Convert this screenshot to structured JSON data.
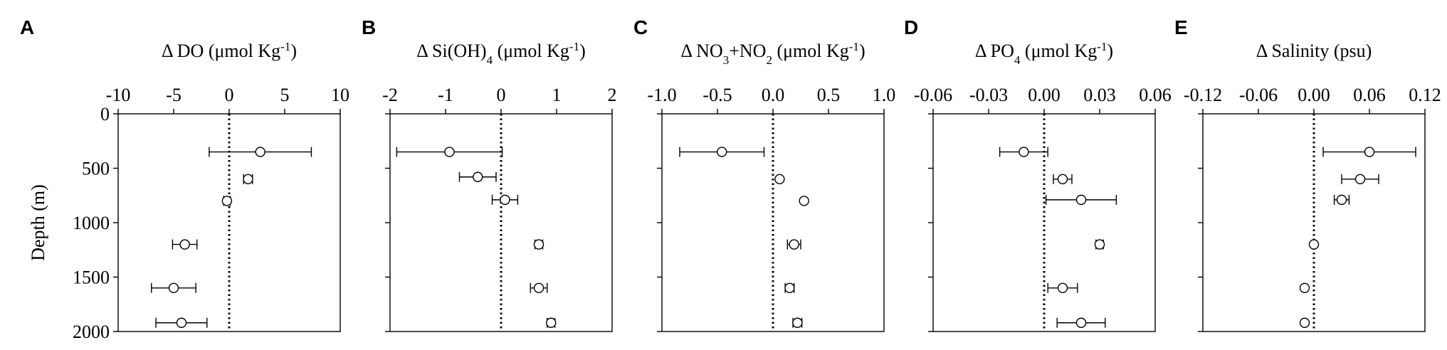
{
  "chart_data": [
    {
      "type": "scatter",
      "panel_label": "A",
      "title": "Δ DO (μmol Kg",
      "title_sup": "-1",
      "title_end": ")",
      "ylabel": "Depth (m)",
      "xlim": [
        -10,
        10
      ],
      "ylim": [
        0,
        2000
      ],
      "xticks": [
        -10,
        -5,
        0,
        5,
        10
      ],
      "xticklabels": [
        "-10",
        "-5",
        "0",
        "5",
        "10"
      ],
      "yticks": [
        0,
        500,
        1000,
        1500,
        2000
      ],
      "yticklabels": [
        "0",
        "500",
        "1000",
        "1500",
        "2000"
      ],
      "points": [
        {
          "depth": 350,
          "value": 2.8,
          "err": 4.6
        },
        {
          "depth": 600,
          "value": 1.7,
          "err": 0.4
        },
        {
          "depth": 800,
          "value": -0.2,
          "err": 0.3
        },
        {
          "depth": 1200,
          "value": -4.0,
          "err": 1.1
        },
        {
          "depth": 1600,
          "value": -5.0,
          "err": 2.0
        },
        {
          "depth": 1920,
          "value": -4.3,
          "err": 2.3
        }
      ]
    },
    {
      "type": "scatter",
      "panel_label": "B",
      "title": "Δ Si(OH)",
      "title_sub": "4",
      "title_end": " (μmol Kg",
      "title_sup": "-1",
      "title_end2": ")",
      "xlim": [
        -2,
        2
      ],
      "ylim": [
        0,
        2000
      ],
      "xticks": [
        -2,
        -1,
        0,
        1,
        2
      ],
      "xticklabels": [
        "-2",
        "-1",
        "0",
        "1",
        "2"
      ],
      "yticks": [
        0,
        500,
        1000,
        1500,
        2000
      ],
      "points": [
        {
          "depth": 350,
          "value": -0.93,
          "err": 0.95
        },
        {
          "depth": 580,
          "value": -0.42,
          "err": 0.33
        },
        {
          "depth": 790,
          "value": 0.07,
          "err": 0.23
        },
        {
          "depth": 1200,
          "value": 0.68,
          "err": 0.07
        },
        {
          "depth": 1600,
          "value": 0.68,
          "err": 0.15
        },
        {
          "depth": 1920,
          "value": 0.9,
          "err": 0.07
        }
      ]
    },
    {
      "type": "scatter",
      "panel_label": "C",
      "title": "Δ NO",
      "title_sub": "3",
      "title_mid": "+NO",
      "title_sub2": "2",
      "title_end": " (μmol Kg",
      "title_sup": "-1",
      "title_end2": ")",
      "xlim": [
        -1.0,
        1.0
      ],
      "ylim": [
        0,
        2000
      ],
      "xticks": [
        -1.0,
        -0.5,
        0.0,
        0.5,
        1.0
      ],
      "xticklabels": [
        "-1.0",
        "-0.5",
        "0.0",
        "0.5",
        "1.0"
      ],
      "yticks": [
        0,
        500,
        1000,
        1500,
        2000
      ],
      "points": [
        {
          "depth": 350,
          "value": -0.46,
          "err": 0.38
        },
        {
          "depth": 600,
          "value": 0.06,
          "err": 0.0
        },
        {
          "depth": 800,
          "value": 0.28,
          "err": 0.0
        },
        {
          "depth": 1200,
          "value": 0.19,
          "err": 0.06
        },
        {
          "depth": 1600,
          "value": 0.15,
          "err": 0.04
        },
        {
          "depth": 1920,
          "value": 0.22,
          "err": 0.04
        }
      ]
    },
    {
      "type": "scatter",
      "panel_label": "D",
      "title": "Δ PO",
      "title_sub": "4",
      "title_end": " (μmol Kg",
      "title_sup": "-1",
      "title_end2": ")",
      "xlim": [
        -0.06,
        0.06
      ],
      "ylim": [
        0,
        2000
      ],
      "xticks": [
        -0.06,
        -0.03,
        0.0,
        0.03,
        0.06
      ],
      "xticklabels": [
        "-0.06",
        "-0.03",
        "0.00",
        "0.03",
        "0.06"
      ],
      "yticks": [
        0,
        500,
        1000,
        1500,
        2000
      ],
      "points": [
        {
          "depth": 350,
          "value": -0.011,
          "err": 0.013
        },
        {
          "depth": 600,
          "value": 0.01,
          "err": 0.005
        },
        {
          "depth": 790,
          "value": 0.02,
          "err": 0.019
        },
        {
          "depth": 1200,
          "value": 0.03,
          "err": 0.002
        },
        {
          "depth": 1600,
          "value": 0.01,
          "err": 0.008
        },
        {
          "depth": 1920,
          "value": 0.02,
          "err": 0.013
        }
      ]
    },
    {
      "type": "scatter",
      "panel_label": "E",
      "title": "Δ Salinity (psu)",
      "xlim": [
        -0.12,
        0.12
      ],
      "ylim": [
        0,
        2000
      ],
      "xticks": [
        -0.12,
        -0.06,
        0.0,
        0.06,
        0.12
      ],
      "xticklabels": [
        "-0.12",
        "-0.06",
        "0.00",
        "0.06",
        "0.12"
      ],
      "yticks": [
        0,
        500,
        1000,
        1500,
        2000
      ],
      "points": [
        {
          "depth": 350,
          "value": 0.06,
          "err": 0.05
        },
        {
          "depth": 600,
          "value": 0.05,
          "err": 0.02
        },
        {
          "depth": 790,
          "value": 0.03,
          "err": 0.008
        },
        {
          "depth": 1200,
          "value": 0.0,
          "err": 0.0
        },
        {
          "depth": 1600,
          "value": -0.01,
          "err": 0.0
        },
        {
          "depth": 1920,
          "value": -0.01,
          "err": 0.0
        }
      ]
    }
  ]
}
